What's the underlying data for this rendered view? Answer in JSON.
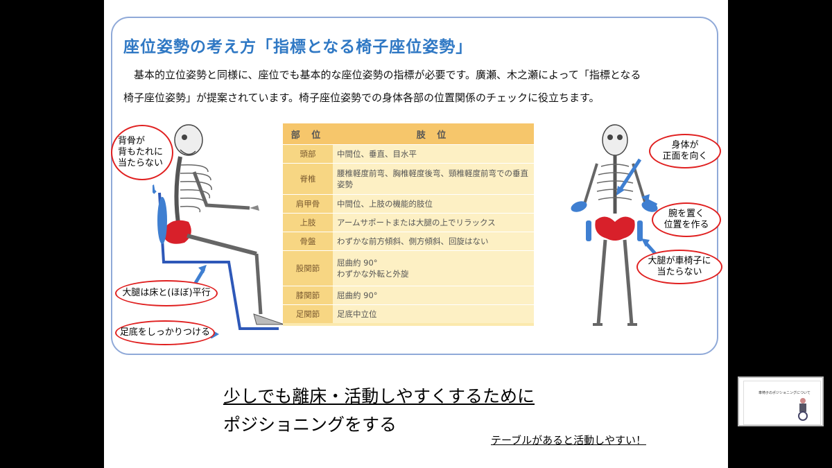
{
  "slide": {
    "title": "座位姿勢の考え方「指標となる椅子座位姿勢」",
    "intro_line1": "基本的立位姿勢と同様に、座位でも基本的な座位姿勢の指標が必要です。廣瀬、木之瀬によって「指標となる",
    "intro_line2": "椅子座位姿勢」が提案されています。椅子座位姿勢での身体各部の位置関係のチェックに役立ちます。"
  },
  "table": {
    "headers": [
      "部 位",
      "肢 位"
    ],
    "rows": [
      {
        "part": "頭部",
        "position": "中間位、垂直、目水平"
      },
      {
        "part": "脊椎",
        "position": "腰椎軽度前弯、胸椎軽度後弯、頸椎軽度前弯での垂直姿勢"
      },
      {
        "part": "肩甲骨",
        "position": "中間位、上肢の機能的肢位"
      },
      {
        "part": "上肢",
        "position": "アームサポートまたは大腿の上でリラックス"
      },
      {
        "part": "骨盤",
        "position": "わずかな前方傾斜、側方傾斜、回旋はない"
      },
      {
        "part": "股関節",
        "position": "屈曲約 90°\nわずかな外転と外旋"
      },
      {
        "part": "膝関節",
        "position": "屈曲約 90°"
      },
      {
        "part": "足関節",
        "position": "足底中立位"
      }
    ]
  },
  "callouts": {
    "spine": "背骨が\n背もたれに\n当たらない",
    "thigh": "大腿は床と(ほぼ)平行",
    "foot": "足底をしっかりつける",
    "body": "身体が\n正面を向く",
    "arm": "腕を置く\n位置を作る",
    "wheelchair": "大腿が車椅子に\n当たらない"
  },
  "footer": {
    "line1": "少しでも離床・活動しやすくするために",
    "line2": "ポジショニングをする",
    "note": "テーブルがあると活動しやすい！"
  },
  "thumbnail": {
    "title": "車椅子のポジショニングについて"
  },
  "colors": {
    "title": "#2f78c4",
    "callout_border": "#e02020",
    "arrow": "#3f7fd1",
    "pelvis": "#d8202a",
    "table_header": "#f6c66b"
  }
}
